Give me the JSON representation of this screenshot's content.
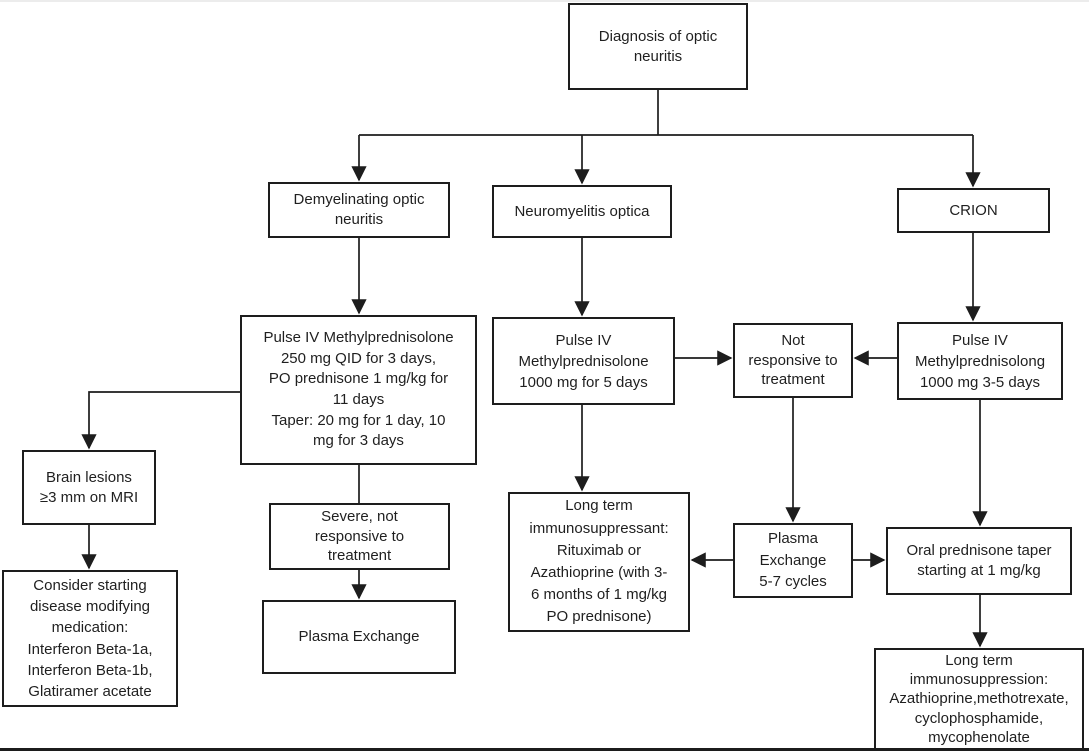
{
  "page": {
    "background": "#ffffff",
    "line_color": "#1d1d1d",
    "text_color": "#1f1f1f"
  },
  "flowchart": {
    "title": "Optic neuritis diagnosis and treatment flowchart",
    "nodes": {
      "diagnosis": {
        "label": "Diagnosis of optic\nneuritis"
      },
      "demyelinating": {
        "label": "Demyelinating optic\nneuritis"
      },
      "neuromyelitis": {
        "label": "Neuromyelitis optica"
      },
      "crion": {
        "label": "CRION"
      },
      "pulse_demyel": {
        "label": "Pulse IV Methylprednisolone\n250 mg QID for 3 days,\nPO prednisone 1 mg/kg for\n11 days\nTaper: 20 mg for 1 day, 10\nmg for 3 days"
      },
      "pulse_nmo": {
        "label": "Pulse IV\nMethylprednisolone\n1000 mg for 5 days"
      },
      "not_responsive": {
        "label": "Not\nresponsive to\ntreatment"
      },
      "pulse_crion": {
        "label": "Pulse IV\nMethylprednisolong\n1000 mg 3-5 days"
      },
      "brain_lesions": {
        "label": "Brain lesions\n≥3 mm on MRI"
      },
      "consider": {
        "label": "Consider starting\ndisease modifying\nmedication:\nInterferon Beta-1a,\nInterferon Beta-1b,\nGlatiramer acetate"
      },
      "severe": {
        "label": "Severe, not\nresponsive to\ntreatment"
      },
      "plasma_exchange": {
        "label": "Plasma Exchange"
      },
      "lt_suppressant": {
        "label": "Long term\nimmunosuppressant:\nRituximab or\nAzathioprine (with 3-\n6 months of 1 mg/kg\nPO prednisone)"
      },
      "plasma_cycles": {
        "label": "Plasma\nExchange\n5-7 cycles"
      },
      "oral_taper": {
        "label": "Oral prednisone taper\nstarting at 1 mg/kg"
      },
      "lt_suppression": {
        "label": "Long term\nimmunosuppression:\nAzathioprine,methotrexate,\ncyclophosphamide,\nmycophenolate"
      }
    },
    "edges": [
      {
        "from": "diagnosis",
        "to": "demyelinating"
      },
      {
        "from": "diagnosis",
        "to": "neuromyelitis"
      },
      {
        "from": "diagnosis",
        "to": "crion"
      },
      {
        "from": "demyelinating",
        "to": "pulse_demyel"
      },
      {
        "from": "neuromyelitis",
        "to": "pulse_nmo"
      },
      {
        "from": "crion",
        "to": "pulse_crion"
      },
      {
        "from": "pulse_demyel",
        "to": "brain_lesions"
      },
      {
        "from": "brain_lesions",
        "to": "consider"
      },
      {
        "from": "pulse_demyel",
        "to": "severe"
      },
      {
        "from": "severe",
        "to": "plasma_exchange"
      },
      {
        "from": "pulse_nmo",
        "to": "not_responsive"
      },
      {
        "from": "pulse_crion",
        "to": "not_responsive"
      },
      {
        "from": "pulse_nmo",
        "to": "lt_suppressant"
      },
      {
        "from": "not_responsive",
        "to": "plasma_cycles"
      },
      {
        "from": "plasma_cycles",
        "to": "lt_suppressant"
      },
      {
        "from": "plasma_cycles",
        "to": "oral_taper"
      },
      {
        "from": "pulse_crion",
        "to": "oral_taper"
      },
      {
        "from": "oral_taper",
        "to": "lt_suppression"
      }
    ]
  }
}
